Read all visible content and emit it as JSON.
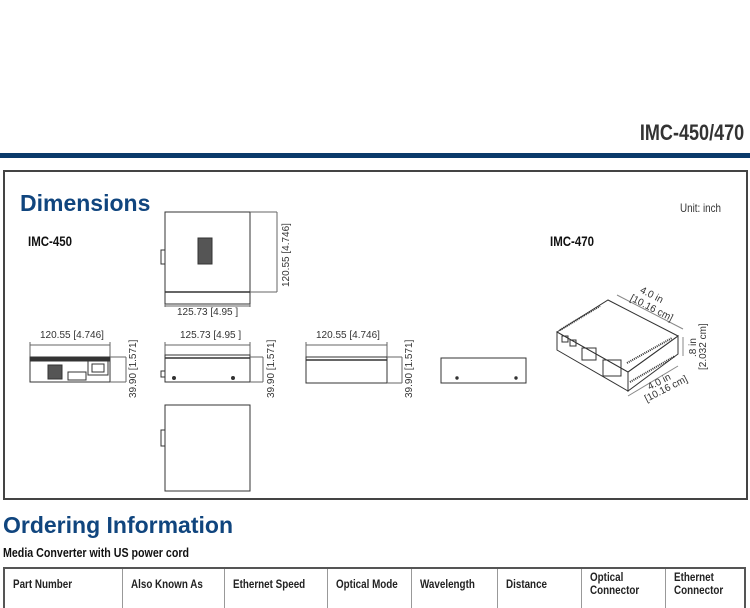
{
  "header": {
    "title": "IMC-450/470"
  },
  "dimensions": {
    "title": "Dimensions",
    "unit": "Unit: inch",
    "imc450": {
      "label": "IMC-450",
      "top_width": "125.73 [4.95 ]",
      "top_depth": "120.55 [4.746]",
      "front_width": "120.55 [4.746]",
      "front_height": "39.90 [1.571]",
      "side_width": "125.73 [4.95 ]",
      "side_height": "39.90 [1.571]",
      "rear_width": "120.55 [4.746]",
      "rear_height": "39.90 [1.571]"
    },
    "imc470": {
      "label": "IMC-470",
      "length_in": "4.0 in",
      "length_cm": "[10.16 cm]",
      "width_in": "4.0 in",
      "width_cm": "[10.16 cm]",
      "height_in": ".8 in",
      "height_cm": "[2.032 cm]"
    }
  },
  "ordering": {
    "title": "Ordering Information",
    "subtitle": "Media Converter with US power cord",
    "columns": [
      "Part Number",
      "Also Known As",
      "Ethernet Speed",
      "Optical Mode",
      "Wavelength",
      "Distance",
      "Optical Connector",
      "Ethernet Connector"
    ]
  },
  "colors": {
    "brand_blue": "#10457e",
    "bar": "#0a3a6a"
  }
}
